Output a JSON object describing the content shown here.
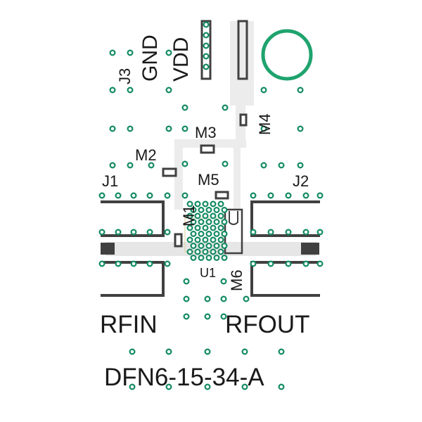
{
  "labels": {
    "j3": "J3",
    "gnd": "GND",
    "vdd": "VDD",
    "m4": "M4",
    "m3": "M3",
    "m2": "M2",
    "j1": "J1",
    "m5": "M5",
    "j2": "J2",
    "m1": "M1",
    "u1": "U1",
    "m6": "M6",
    "rfin": "RFIN",
    "rfout": "RFOUT",
    "part": "DFN6-15-34-A"
  },
  "colors": {
    "background": "#ffffff",
    "via": "#138a63",
    "pad": "#404040",
    "trace": "#e3e3e3",
    "ring": "#1fa36e",
    "text": "#1a1a1a"
  }
}
